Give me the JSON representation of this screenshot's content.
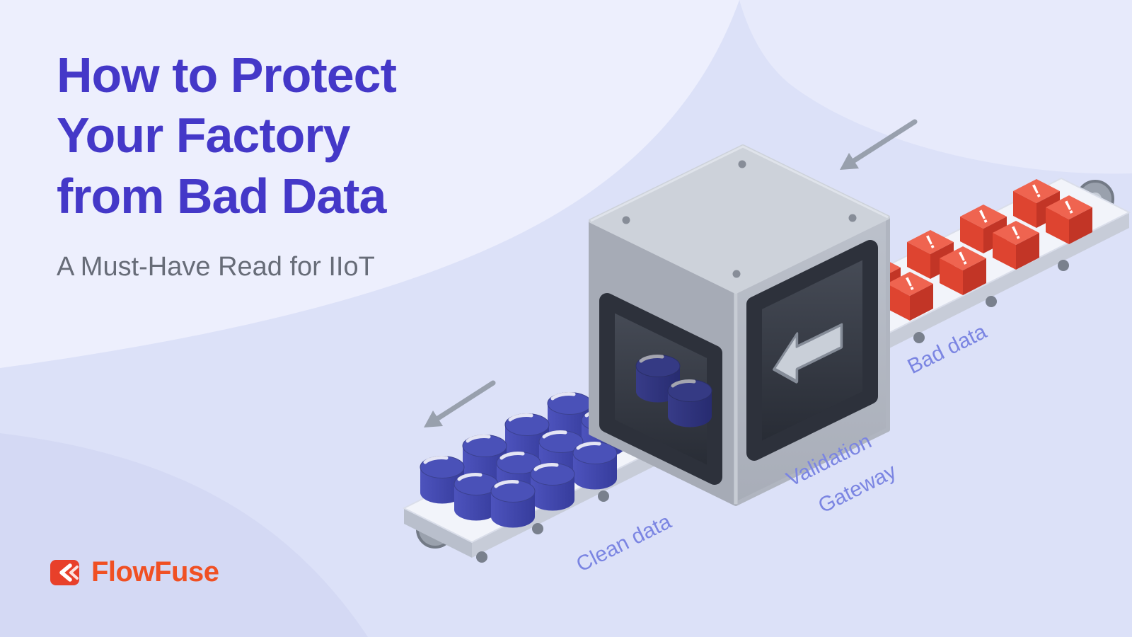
{
  "title": {
    "line1": "How to Protect",
    "line2": "Your Factory",
    "line3": "from Bad Data"
  },
  "subtitle": "A Must-Have Read for IIoT",
  "brand": {
    "name": "FlowFuse"
  },
  "labels": {
    "bad_data": "Bad data",
    "validation_line1": "Validation",
    "validation_line2": "Gateway",
    "clean_data": "Clean data"
  },
  "icons": {
    "exclamation": "!"
  },
  "colors": {
    "title_indigo": "#4438c8",
    "subtitle_gray": "#676c78",
    "flow_label_periwinkle": "#7b85e2",
    "bad_data_red": "#de4430",
    "clean_data_blue": "#444bb4",
    "gateway_gray": "#b6bbc5",
    "brand_orange": "#f05023",
    "background_lavender": "#dce1f8"
  }
}
